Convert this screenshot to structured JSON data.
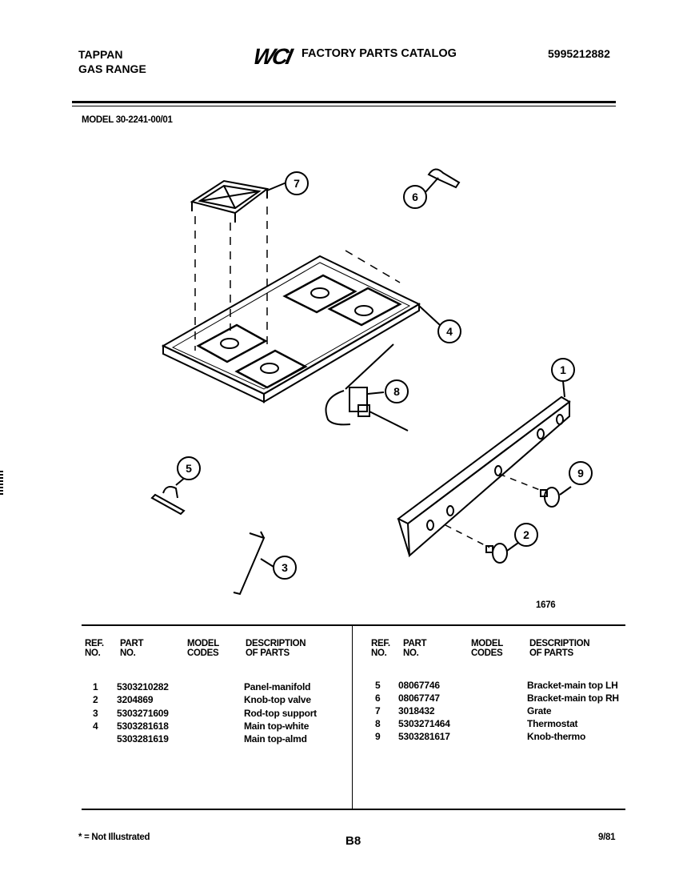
{
  "header": {
    "brand": "TAPPAN",
    "product": "GAS RANGE",
    "logo": "WCI",
    "catalog_title": "FACTORY PARTS CATALOG",
    "catalog_number": "5995212882",
    "model": "MODEL 30-2241-00/01"
  },
  "diagram": {
    "callouts": [
      "7",
      "6",
      "4",
      "8",
      "1",
      "5",
      "9",
      "2",
      "3"
    ],
    "figure_number": "1676"
  },
  "table": {
    "headers": {
      "ref_no_1": "REF.",
      "ref_no_2": "NO.",
      "part_no_1": "PART",
      "part_no_2": "NO.",
      "model_codes_1": "MODEL",
      "model_codes_2": "CODES",
      "description_1": "DESCRIPTION",
      "description_2": "OF PARTS"
    },
    "left_rows": [
      {
        "ref": "1",
        "part": "5303210282",
        "codes": "",
        "desc": "Panel-manifold"
      },
      {
        "ref": "2",
        "part": "3204869",
        "codes": "",
        "desc": "Knob-top valve"
      },
      {
        "ref": "3",
        "part": "5303271609",
        "codes": "",
        "desc": "Rod-top support"
      },
      {
        "ref": "4",
        "part": "5303281618",
        "codes": "",
        "desc": "Main top-white"
      },
      {
        "ref": "",
        "part": "5303281619",
        "codes": "",
        "desc": "Main top-almd"
      }
    ],
    "right_rows": [
      {
        "ref": "5",
        "part": "08067746",
        "codes": "",
        "desc": "Bracket-main top LH"
      },
      {
        "ref": "6",
        "part": "08067747",
        "codes": "",
        "desc": "Bracket-main top RH"
      },
      {
        "ref": "7",
        "part": "3018432",
        "codes": "",
        "desc": "Grate"
      },
      {
        "ref": "8",
        "part": "5303271464",
        "codes": "",
        "desc": "Thermostat"
      },
      {
        "ref": "9",
        "part": "5303281617",
        "codes": "",
        "desc": "Knob-thermo"
      }
    ]
  },
  "footer": {
    "note": "* = Not Illustrated",
    "page": "B8",
    "date": "9/81"
  }
}
